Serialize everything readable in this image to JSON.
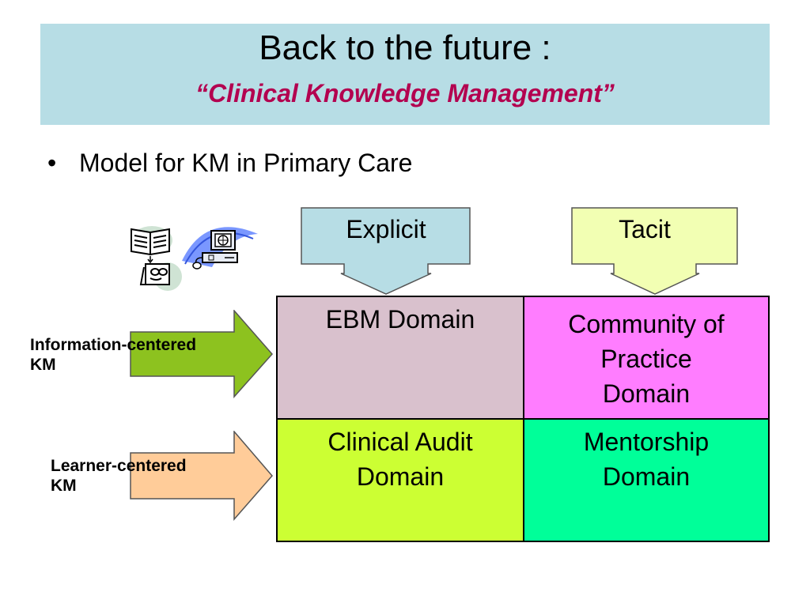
{
  "slide": {
    "title": "Back to the future :",
    "subtitle": "“Clinical Knowledge Management”",
    "bullet": "Model for KM in Primary Care"
  },
  "columns": {
    "explicit": "Explicit",
    "tacit": "Tacit"
  },
  "rows": {
    "information_line1": "Information-centered",
    "information_line2": "KM",
    "learner_line1": "Learner-centered",
    "learner_line2": "KM"
  },
  "grid": {
    "ebm": "EBM Domain",
    "community_line1": "Community of",
    "community_line2": "Practice",
    "community_line3": "Domain",
    "audit_line1": "Clinical Audit",
    "audit_line2": "Domain",
    "mentor_line1": "Mentorship",
    "mentor_line2": "Domain"
  },
  "colors": {
    "title_bg": "#b7dde5",
    "subtitle_text": "#b3004f",
    "explicit_arrow": "#b7dde5",
    "tacit_arrow": "#f2ffb3",
    "information_arrow": "#8dc21f",
    "learner_arrow": "#ffcc99",
    "ebm_cell": "#d9c1cd",
    "community_cell": "#ff7dff",
    "audit_cell": "#ccff33",
    "mentor_cell": "#00ff99"
  },
  "icons": [
    "book-icon",
    "thinking-person-icon",
    "computer-icon"
  ]
}
